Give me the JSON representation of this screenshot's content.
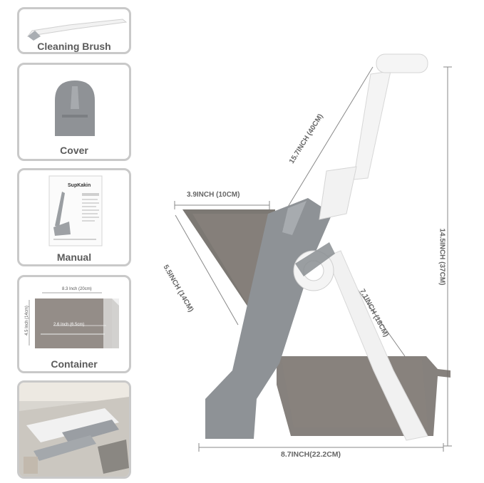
{
  "cards": {
    "brush": {
      "label": "Cleaning Brush",
      "icon": "cleaning-brush-icon"
    },
    "cover": {
      "label": "Cover",
      "icon": "cover-icon"
    },
    "manual": {
      "label": "Manual",
      "icon": "manual-booklet-icon",
      "brand": "SupKakin"
    },
    "container": {
      "label": "Container",
      "icon": "container-icon",
      "width_label": "8.3 Inch (20cm)",
      "height_label": "4.5 Inch (14cm)",
      "depth_label": "2.6 Inch (6.5cm)"
    },
    "drawer": {
      "icon": "drawer-photo-icon"
    }
  },
  "product": {
    "icon": "mandoline-slicer-icon",
    "dims": {
      "top_width": "3.9INCH (10CM)",
      "chute_height": "5.5INCH (14CM)",
      "plunger_length": "15.7INCH (40CM)",
      "total_height": "14.5INCH (37CM)",
      "leg_length": "7.1INCH (18CM)",
      "base_width": "8.7INCH(22.2CM)"
    }
  },
  "colors": {
    "card_border": "#c9c9c9",
    "body_gray": "#8e9296",
    "white_part": "#f5f5f5",
    "smoke": "#6f6a66",
    "label": "#5b5b5b"
  }
}
